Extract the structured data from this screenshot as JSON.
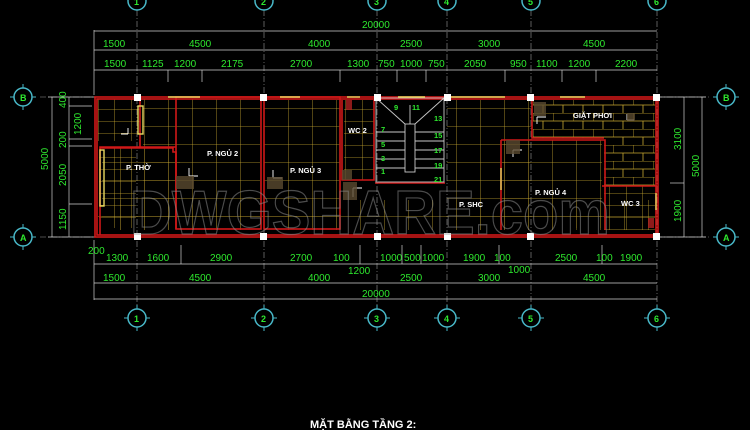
{
  "drawing": {
    "title": "MẶT BẰNG TẦNG 2:",
    "watermark": "DWGSHARE.com",
    "colors": {
      "background": "#000000",
      "dimension_text": "#2ee82e",
      "dimension_line": "#d0d0d0",
      "wall": "#d01818",
      "tile_grid": "#c8a830",
      "axis_bubble": "#48b8c8",
      "room_label": "#ffffff"
    }
  },
  "axes": {
    "vertical": [
      "1",
      "2",
      "3",
      "4",
      "5",
      "6"
    ],
    "horizontal": [
      "A",
      "B"
    ]
  },
  "top_dimensions": {
    "overall": "20000",
    "axis_spacing": [
      "1500",
      "4500",
      "4000",
      "2500",
      "3000",
      "4500"
    ],
    "detail": [
      "1500",
      "1125",
      "1200",
      "2175",
      "2700",
      "1300",
      "750",
      "1000",
      "750",
      "2050",
      "950",
      "1100",
      "1200",
      "2200"
    ]
  },
  "bottom_dimensions": {
    "overall": "20000",
    "axis_spacing": [
      "1500",
      "4500",
      "4000",
      "2500",
      "3000",
      "4500"
    ],
    "detail": [
      "200",
      "1300",
      "1600",
      "2900",
      "2700",
      "100",
      "1000",
      "500",
      "1000",
      "1900",
      "100",
      "2500",
      "100",
      "1900"
    ],
    "sub": [
      "1200",
      "1000"
    ]
  },
  "left_dimensions": {
    "overall": "5000",
    "detail": [
      "400",
      "1200",
      "200",
      "2050",
      "1150"
    ]
  },
  "right_dimensions": {
    "overall": "5000",
    "detail": [
      "3100",
      "1900"
    ]
  },
  "rooms": [
    {
      "label": "P. THỜ"
    },
    {
      "label": "P. NGỦ 2"
    },
    {
      "label": "P. NGỦ 3"
    },
    {
      "label": "WC 2"
    },
    {
      "label": "P. SHC"
    },
    {
      "label": "GIẶT PHƠI"
    },
    {
      "label": "P. NGỦ 4"
    },
    {
      "label": "WC 3"
    }
  ],
  "stair_steps": [
    "1",
    "3",
    "5",
    "7",
    "9",
    "11",
    "13",
    "15",
    "17",
    "19",
    "21"
  ]
}
